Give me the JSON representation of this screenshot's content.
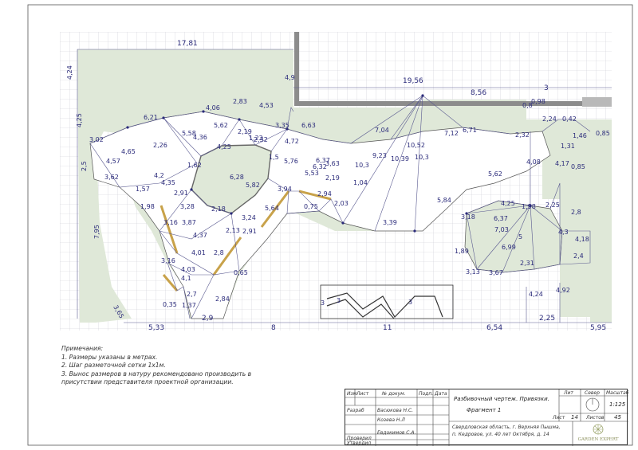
{
  "dimensions": {
    "top": [
      "17,81",
      "19,56",
      "8,56",
      "3"
    ],
    "left": [
      "4,24",
      "4,25",
      "2,5",
      "7,95",
      "3,65"
    ],
    "bottom": [
      "5,33",
      "2,9",
      "8",
      "11",
      "6,54",
      "2,25",
      "5,95"
    ],
    "network": [
      "6,21",
      "4,06",
      "2,83",
      "4,53",
      "5,62",
      "3,02",
      "2,26",
      "5,58",
      "4,36",
      "2,19",
      "1,22",
      "3,35",
      "6,63",
      "4,9",
      "4,57",
      "4,65",
      "4,25",
      "2,32",
      "4,72",
      "6,37",
      "7,04",
      "7,12",
      "6,71",
      "2,32",
      "2,24",
      "0,42",
      "3,62",
      "4,2",
      "4,35",
      "1,62",
      "1,57",
      "5,82",
      "6,28",
      "1,5",
      "5,76",
      "6,32",
      "5,53",
      "3,63",
      "10,3",
      "9,23",
      "10,39",
      "10,3",
      "10,52",
      "0,98",
      "1,31",
      "1,46",
      "2,91",
      "3,28",
      "2,18",
      "2,19",
      "2,94",
      "1,04",
      "5,62",
      "4,08",
      "4,17",
      "0,85",
      "0,85",
      "1,98",
      "3,94",
      "0,75",
      "3,87",
      "3,16",
      "3,24",
      "5,64",
      "2,03",
      "5,84",
      "4,25",
      "1,98",
      "2,25",
      "2,8",
      "2,13",
      "2,91",
      "3,39",
      "3,18",
      "6,37",
      "7,03",
      "5",
      "4,37",
      "4,01",
      "2,8",
      "1,89",
      "6,99",
      "4,3",
      "4,18",
      "2,4",
      "3,16",
      "4,03",
      "4,1",
      "0,65",
      "2,31",
      "3,13",
      "3,67",
      "2,7",
      "1,37",
      "0,35",
      "2,84",
      "4,24",
      "4,92",
      "3",
      "3",
      "3",
      "0,8"
    ]
  },
  "notes": {
    "title": "Примечания:",
    "items": [
      "1. Размеры указаны в метрах.",
      "2. Шаг разметочной сетки 1х1м.",
      "3. Вынос размеров в натуру рекомендовано производить в",
      "присутствии представителя проектной организации."
    ]
  },
  "title_block": {
    "headers": [
      "Изм",
      "Лист",
      "№ докум.",
      "Подп.",
      "Дата"
    ],
    "rows": [
      {
        "role": "Разраб",
        "name": "Васюкова Н.С."
      },
      {
        "role": "",
        "name": "Козева Н.Л"
      },
      {
        "role": "Проверил",
        "name": "Евдокимов С.А."
      },
      {
        "role": "Утвердил",
        "name": ""
      }
    ],
    "drawing_title": "Разбивочный чертеж. Привязки.",
    "fragment": "Фрагмент 1",
    "address_line1": "Свердловская область, г. Верхняя Пышма,",
    "address_line2": "п. Кедровое, ул. 40 лет Октября, д. 14",
    "stage_label": "Лит",
    "north_label": "Север",
    "scale_label": "Масштаб",
    "scale_value": "1:125",
    "sheet_label": "Лист",
    "sheet_value": "14",
    "sheets_label": "Листов",
    "sheets_value": "45",
    "logo_text": "GARDEN EXPERT"
  },
  "colors": {
    "lawn": "#dfe8d8",
    "grid": "#c9c9d2",
    "dimension": "#2a2a7a",
    "building": "#8c8c8c",
    "border_wood": "#c8a24a"
  }
}
